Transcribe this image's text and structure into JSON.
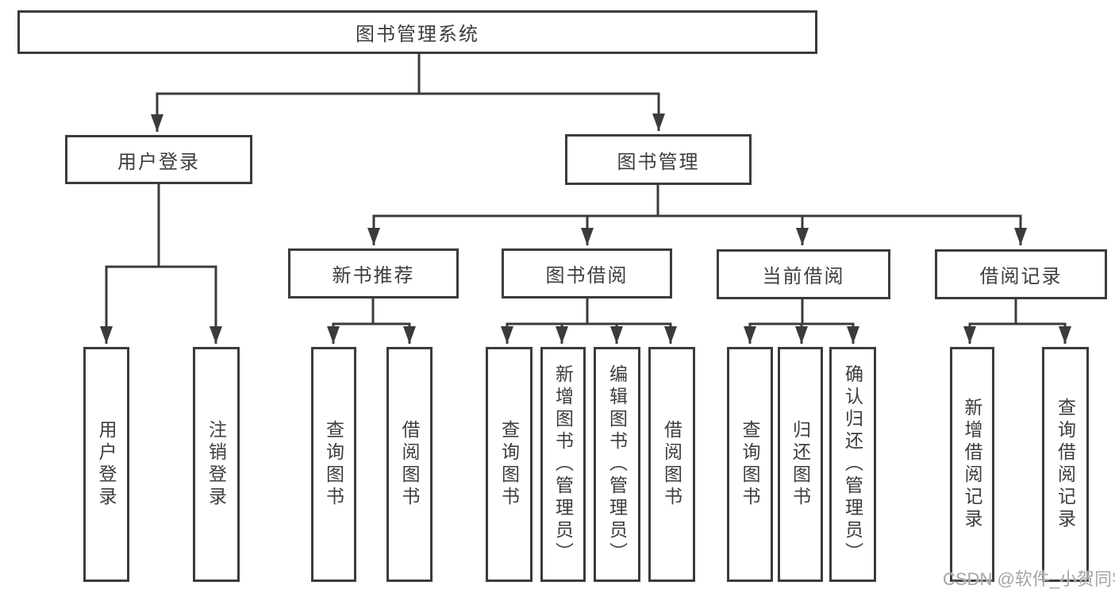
{
  "diagram_title": "图书管理系统",
  "nodes": {
    "root": "图书管理系统",
    "user_login": "用户登录",
    "book_management": "图书管理",
    "new_book_recommend": "新书推荐",
    "book_borrow": "图书借阅",
    "current_borrow": "当前借阅",
    "borrow_records": "借阅记录",
    "leaf_user_login": "用户登录",
    "leaf_logout": "注销登录",
    "leaf_rec_query_books": "查询图书",
    "leaf_rec_borrow_books": "借阅图书",
    "leaf_bb_query_books": "查询图书",
    "leaf_bb_add_books_admin": "新增图书（管理员）",
    "leaf_bb_edit_books_admin": "编辑图书（管理员）",
    "leaf_bb_borrow_books": "借阅图书",
    "leaf_cb_query_books": "查询图书",
    "leaf_cb_return_books": "归还图书",
    "leaf_cb_confirm_return_admin": "确认归还（管理员）",
    "leaf_br_add_record": "新增借阅记录",
    "leaf_br_query_record": "查询借阅记录"
  },
  "hierarchy": {
    "图书管理系统": [
      "用户登录",
      "图书管理"
    ],
    "用户登录": [
      "用户登录",
      "注销登录"
    ],
    "图书管理": [
      "新书推荐",
      "图书借阅",
      "当前借阅",
      "借阅记录"
    ],
    "新书推荐": [
      "查询图书",
      "借阅图书"
    ],
    "图书借阅": [
      "查询图书",
      "新增图书（管理员）",
      "编辑图书（管理员）",
      "借阅图书"
    ],
    "当前借阅": [
      "查询图书",
      "归还图书",
      "确认归还（管理员）"
    ],
    "借阅记录": [
      "新增借阅记录",
      "查询借阅记录"
    ]
  },
  "watermark": {
    "text": "CSDN @软件_小贺同学"
  },
  "colors": {
    "line": "#3b3b3b",
    "box_border": "#3b3b3b",
    "text": "#3d3d3d",
    "watermark": "#a5a5a5",
    "background": "#ffffff"
  }
}
